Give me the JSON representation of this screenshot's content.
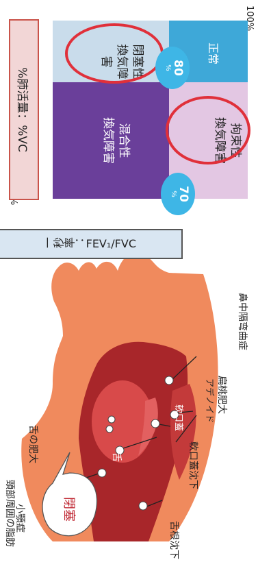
{
  "matrix": {
    "top_left_label": "100%",
    "top_right_label": "100%",
    "quadrants": {
      "normal": "正常",
      "obstructive": [
        "閉塞性",
        "換気障",
        "害"
      ],
      "restrictive": [
        "拘束性",
        "換気障害"
      ],
      "mixed": [
        "混合性",
        "換気障害"
      ]
    },
    "badge_70": {
      "value": "70",
      "unit": "%"
    },
    "badge_80": {
      "value": "80",
      "unit": "%"
    },
    "y_axis_label": "一秒率：FEV₁/FVC",
    "x_axis_label": "%肺活量：%VC",
    "colors": {
      "normal": "#3EA8D8",
      "obstructive": "#C9DCEB",
      "restrictive": "#E3C7E3",
      "mixed": "#6A3F9A",
      "badge": "#3EB6E6",
      "highlight_ring": "#E0303A"
    }
  },
  "head_diagram": {
    "labels": {
      "nasal_septum": "鼻中隔弯曲症",
      "tonsil": "扁桃肥大",
      "adenoid": "アデノイド",
      "soft_palate": "軟口蓋",
      "soft_palate_fall": "軟口蓋沈下",
      "tongue_hypertrophy": "舌の肥大",
      "tongue": "舌",
      "micrognathia": "小顎症",
      "neck_fat": "頸部周囲の脂肪",
      "tongue_root_fall": "舌根沈下",
      "obstruction": "閉塞"
    },
    "colors": {
      "skin": "#F08A5D",
      "inner": "#A8262A",
      "mouth": "#D84A4A",
      "bubble_text": "#C02A35"
    }
  }
}
